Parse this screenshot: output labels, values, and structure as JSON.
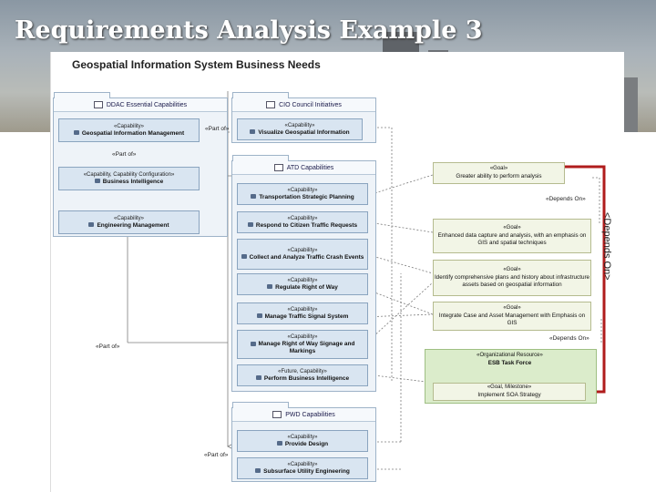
{
  "slide": {
    "title": "Requirements Analysis Example 3"
  },
  "diagram": {
    "title": "Geospatial Information System Business Needs",
    "packages": {
      "ddac": {
        "title": "DDAC Essential Capabilities"
      },
      "cio": {
        "title": "CIO Council Initiatives"
      },
      "atd": {
        "title": "ATD Capabilities"
      },
      "pwd": {
        "title": "PWD Capabilities"
      }
    },
    "capabilities": [
      {
        "stereo": "«Capability»",
        "name": "Geospatial Information Management"
      },
      {
        "stereo": "«Capability, Capability Configuration»",
        "name": "Business Intelligence"
      },
      {
        "stereo": "«Capability»",
        "name": "Engineering Management"
      },
      {
        "stereo": "«Capability»",
        "name": "Visualize Geospatial Information"
      },
      {
        "stereo": "«Capability»",
        "name": "Transportation Strategic Planning"
      },
      {
        "stereo": "«Capability»",
        "name": "Respond to Citizen Traffic Requests"
      },
      {
        "stereo": "«Capability»",
        "name": "Collect and Analyze Traffic Crash Events"
      },
      {
        "stereo": "«Capability»",
        "name": "Regulate Right of Way"
      },
      {
        "stereo": "«Capability»",
        "name": "Manage Traffic Signal System"
      },
      {
        "stereo": "«Capability»",
        "name": "Manage Right of Way Signage and Markings"
      },
      {
        "stereo": "«Future, Capability»",
        "name": "Perform Business Intelligence"
      },
      {
        "stereo": "«Capability»",
        "name": "Provide Design"
      },
      {
        "stereo": "«Capability»",
        "name": "Subsurface Utility Engineering"
      }
    ],
    "goals": [
      {
        "stereo": "«Goal»",
        "name": "Greater ability to perform analysis"
      },
      {
        "stereo": "«Goal»",
        "name": "Enhanced data capture and analysis, with an emphasis on GIS and spatial techniques"
      },
      {
        "stereo": "«Goal»",
        "name": "Identify comprehensive plans and history about infrastructure assets based on geospatial information"
      },
      {
        "stereo": "«Goal»",
        "name": "Integrate Case and Asset Management with Emphasis on GIS"
      }
    ],
    "org": {
      "stereo": "«Organizational Resource»",
      "name": "ESB Task Force"
    },
    "milestone": {
      "stereo": "«Goal, Milestone»",
      "name": "Implement SOA Strategy"
    },
    "labels": {
      "part_of": "«Part of»",
      "depends_on": "«Depends On»",
      "depends_on_vertical": "<Depends On>"
    },
    "colors": {
      "arrow": "#b01c1c",
      "capability": "#d9e5f1",
      "goal": "#f2f5e6",
      "org": "#dbeccb"
    }
  }
}
